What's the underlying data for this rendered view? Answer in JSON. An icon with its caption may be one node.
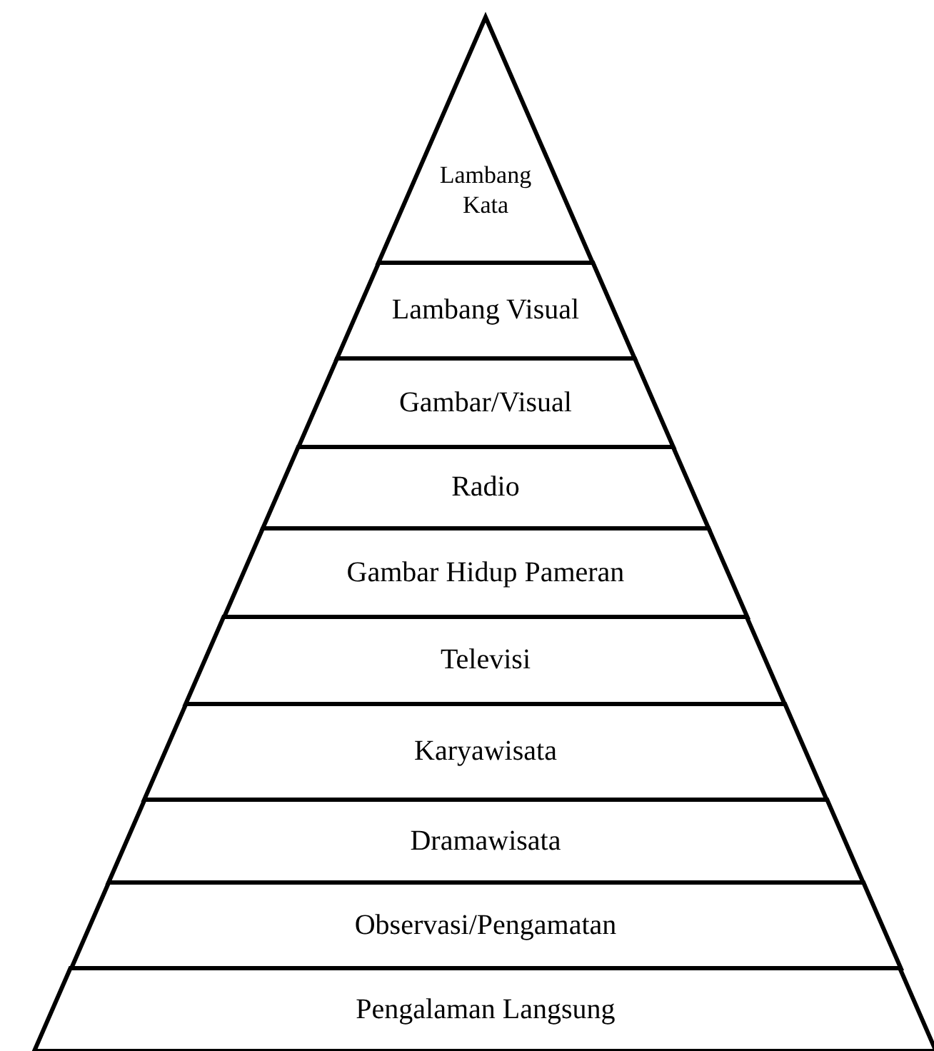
{
  "diagram": {
    "nodes": [
      {
        "text": [
          "Lambang Kata"
        ]
      },
      {
        "text": [
          "Lambang Visual"
        ]
      },
      {
        "text": [
          "Gambar/Visual"
        ]
      },
      {
        "text": [
          "Radio"
        ]
      },
      {
        "text": [
          "Gambar Hidup Pameran"
        ]
      },
      {
        "text": [
          "Televisi"
        ]
      },
      {
        "text": [
          "Karyawisata"
        ]
      },
      {
        "text": [
          "Dramawisata"
        ]
      },
      {
        "text": [
          "Observasi/Pengamatan"
        ]
      },
      {
        "text": [
          "Pengalaman Langsung"
        ]
      }
    ]
  }
}
